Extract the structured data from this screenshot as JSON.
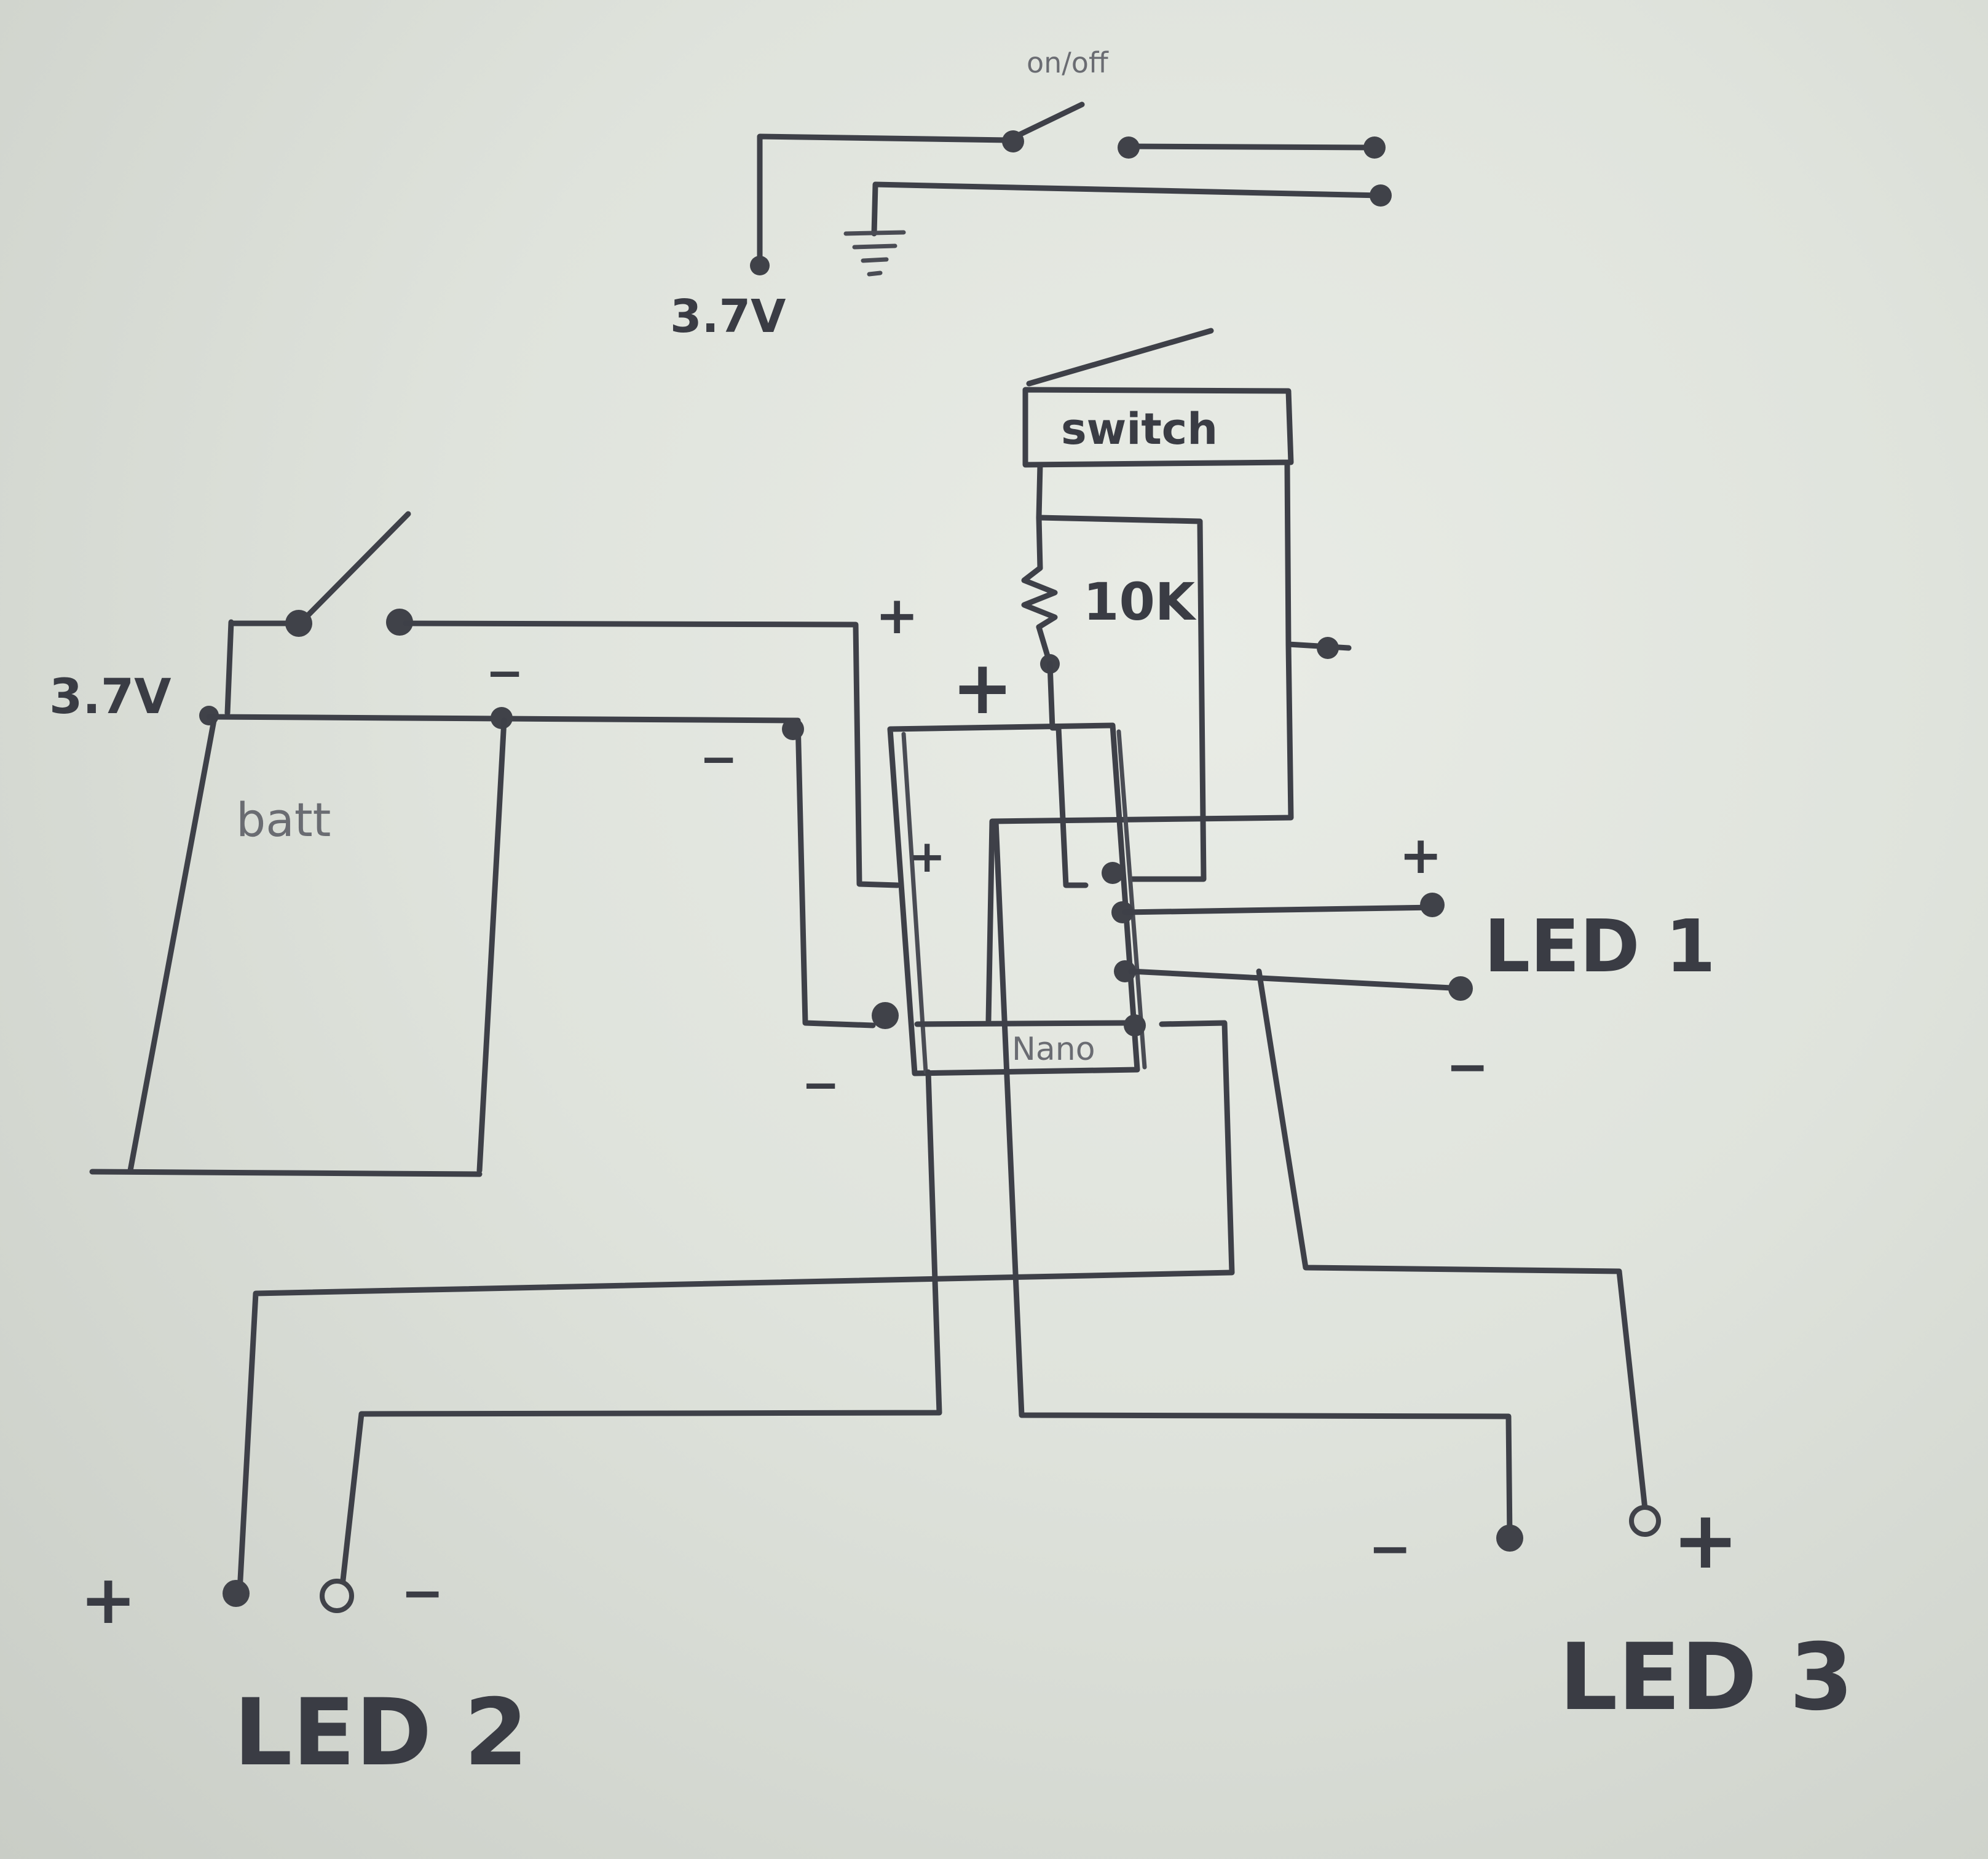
{
  "labels": {
    "top_switch": "on/off",
    "top_voltage": "3.7V",
    "switch_box": "switch",
    "resistor": "10K",
    "battery_voltage": "3.7V",
    "battery": "batt",
    "board": "Nano",
    "led1": "LED 1",
    "led2": "LED 2",
    "led3": "LED 3"
  },
  "signs": {
    "plus": "+",
    "minus": "−"
  }
}
